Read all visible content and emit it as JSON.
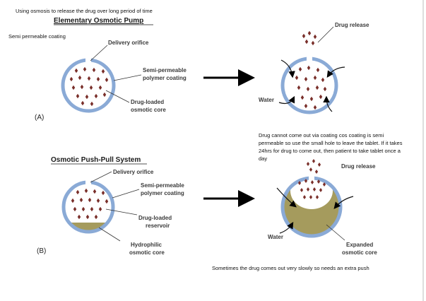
{
  "notes": {
    "top": "Using osmosis to release the drug over long period of time",
    "semi": "Semi permeable coating",
    "middle": "Drug cannot come out via coating cos coating is semi permeable so use the small hole to leave the tablet. If it takes 24hrs for drug to come out, then patient to take tablet once a day",
    "bottom": "Sometimes the drug comes out very slowly so needs an extra push"
  },
  "panel_a": {
    "title": "Elementary Osmotic Pump",
    "tag": "(A)",
    "delivery_orifice": "Delivery orifice",
    "membrane_line1": "Semi-permeable",
    "membrane_line2": "polymer coating",
    "core_line1": "Drug-loaded",
    "core_line2": "osmotic core",
    "water": "Water",
    "drug_release": "Drug release"
  },
  "panel_b": {
    "title": "Osmotic Push-Pull System",
    "tag": "(B)",
    "delivery_orifice": "Delivery orifice",
    "membrane_line1": "Semi-permeable",
    "membrane_line2": "polymer coating",
    "reservoir_line1": "Drug-loaded",
    "reservoir_line2": "reservoir",
    "core_line1": "Hydrophilic",
    "core_line2": "osmotic core",
    "water": "Water",
    "drug_release": "Drug release",
    "expanded_line1": "Expanded",
    "expanded_line2": "osmotic core"
  },
  "colors": {
    "coating": "#8aaad6",
    "coating_edge": "#5d7fb5",
    "drug": "#7a2f2a",
    "osmotic_core": "#a59b5d",
    "arrow": "#000000"
  }
}
